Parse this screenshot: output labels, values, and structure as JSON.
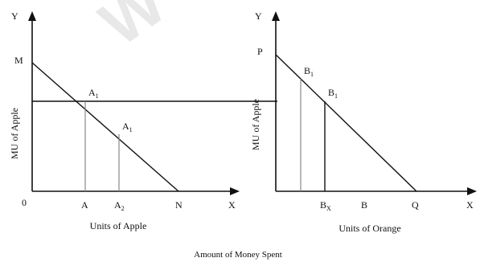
{
  "watermark": "W",
  "left": {
    "y_axis": "Y",
    "x_axis": "X",
    "axis_label": "MU of Apple",
    "x_label": "Units of Apple",
    "origin": "0",
    "point_m": "M",
    "point_n": "N",
    "point_a": "A",
    "point_a2_base": "A",
    "point_a2_sub": "2",
    "point_a1_base": "A",
    "point_a1_sub": "1",
    "point_ay_base": "A",
    "point_ay_sub": "1"
  },
  "right": {
    "y_axis": "Y",
    "x_axis": "X",
    "axis_label": "MU of Apple",
    "x_label": "Units of Orange",
    "point_p": "P",
    "point_q": "Q",
    "point_b": "B",
    "point_bx_base": "B",
    "point_bx_sub": "X",
    "point_b1a_base": "B",
    "point_b1a_sub": "1",
    "point_b1b_base": "B",
    "point_b1b_sub": "1"
  },
  "caption": "Amount of Money Spent",
  "colors": {
    "ink": "#111111",
    "grid": "#777777",
    "watermark": "#e3e3e3"
  }
}
